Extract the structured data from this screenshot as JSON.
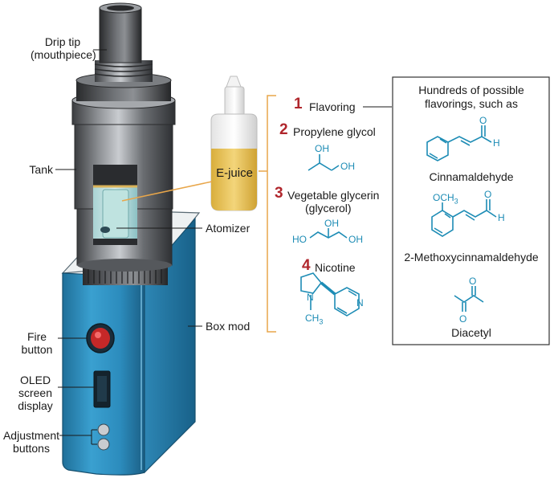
{
  "labels": {
    "drip_tip_line1": "Drip tip",
    "drip_tip_line2": "(mouthpiece)",
    "tank": "Tank",
    "atomizer": "Atomizer",
    "ejuice": "E-juice",
    "box_mod": "Box mod",
    "fire_line1": "Fire",
    "fire_line2": "button",
    "oled_line1": "OLED",
    "oled_line2": "screen",
    "oled_line3": "display",
    "adjust_line1": "Adjustment",
    "adjust_line2": "buttons"
  },
  "ingredients": [
    {
      "number": "1",
      "name": "Flavoring",
      "name2": ""
    },
    {
      "number": "2",
      "name": "Propylene glycol",
      "name2": ""
    },
    {
      "number": "3",
      "name": "Vegetable glycerin",
      "name2": "(glycerol)"
    },
    {
      "number": "4",
      "name": "Nicotine",
      "name2": ""
    }
  ],
  "flavor_box": {
    "heading_line1": "Hundreds of possible",
    "heading_line2": "flavorings, such as",
    "examples": [
      "Cinnamaldehyde",
      "2-Methoxycinnamaldehyde",
      "Diacetyl"
    ]
  },
  "structure_atoms": {
    "oh": "OH",
    "ho": "HO",
    "o": "O",
    "h": "H",
    "n": "N",
    "ch": "CH",
    "sub3": "3",
    "och": "OCH"
  },
  "colors": {
    "device_blue": "#2a8fc0",
    "structure_teal": "#1d8cb5",
    "accent_red": "#b0262c",
    "bracket_orange": "#e8a64a",
    "juice_yellow": "#e9c75a",
    "metal": "#6c6f73"
  }
}
